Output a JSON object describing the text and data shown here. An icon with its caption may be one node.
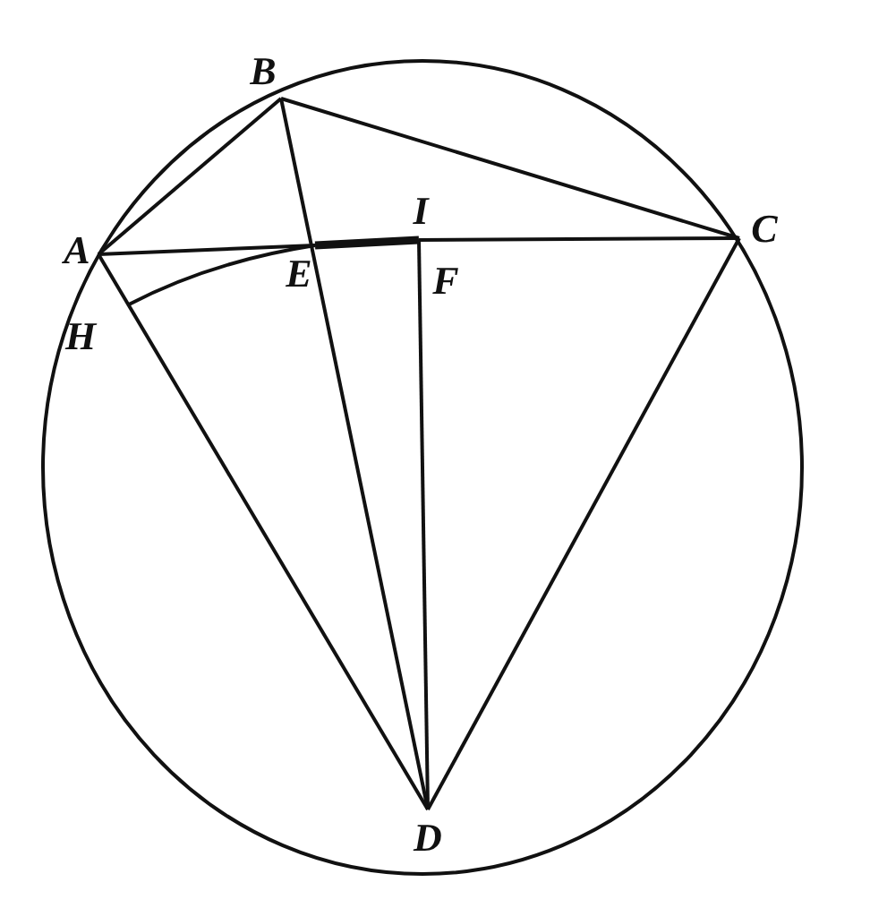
{
  "diagram": {
    "nodes": [
      {
        "text": [
          "B"
        ]
      },
      {
        "text": [
          "A"
        ]
      },
      {
        "text": [
          "I"
        ]
      },
      {
        "text": [
          "C"
        ]
      },
      {
        "text": [
          "E"
        ]
      },
      {
        "text": [
          "F"
        ]
      },
      {
        "text": [
          "H"
        ]
      },
      {
        "text": [
          "D"
        ]
      }
    ],
    "edges": [
      {
        "from": 1,
        "to": 0,
        "arrow": "none"
      },
      {
        "from": 0,
        "to": 3,
        "arrow": "none"
      },
      {
        "from": 1,
        "to": 4,
        "arrow": "none"
      },
      {
        "from": 4,
        "to": 2,
        "arrow": "none",
        "style": "thick"
      },
      {
        "from": 2,
        "to": 3,
        "arrow": "none"
      },
      {
        "from": 0,
        "to": 7,
        "arrow": "none"
      },
      {
        "from": 1,
        "to": 7,
        "arrow": "none"
      },
      {
        "from": 2,
        "to": 7,
        "arrow": "none"
      },
      {
        "from": 3,
        "to": 7,
        "arrow": "none"
      },
      {
        "from": 6,
        "to": 4,
        "arrow": "none"
      }
    ]
  }
}
